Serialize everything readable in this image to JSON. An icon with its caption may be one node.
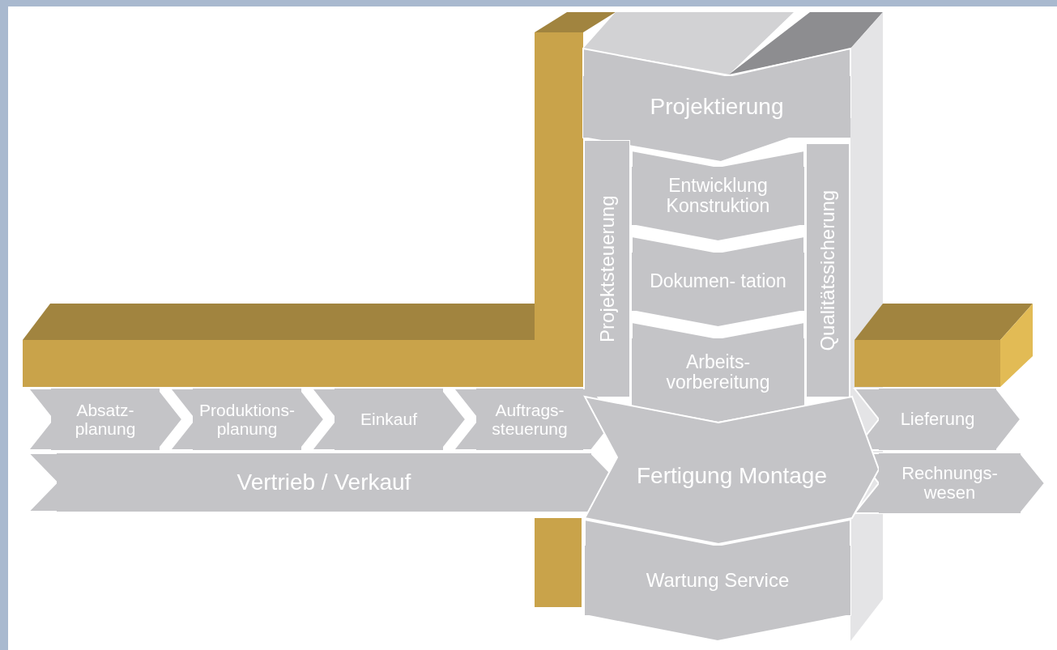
{
  "diagram": {
    "nodes": [
      {
        "text": [
          "Projektierung"
        ]
      },
      {
        "text": [
          "Projektsteuerung"
        ]
      },
      {
        "text": [
          "Entwicklung Konstruktion"
        ]
      },
      {
        "text": [
          "Dokumen- tation"
        ]
      },
      {
        "text": [
          "Qualitätssicherung"
        ]
      },
      {
        "text": [
          "Arbeits- vorbereitung"
        ]
      },
      {
        "text": [
          "Absatz- planung"
        ]
      },
      {
        "text": [
          "Produktions- planung"
        ]
      },
      {
        "text": [
          "Einkauf"
        ]
      },
      {
        "text": [
          "Auftrags- steuerung"
        ]
      },
      {
        "text": [
          "Vertrieb / Verkauf"
        ]
      },
      {
        "text": [
          "Fertigung Montage"
        ]
      },
      {
        "text": [
          "Lieferung"
        ]
      },
      {
        "text": [
          "Rechnungs- wesen"
        ]
      },
      {
        "text": [
          "Wartung Service"
        ]
      }
    ]
  }
}
